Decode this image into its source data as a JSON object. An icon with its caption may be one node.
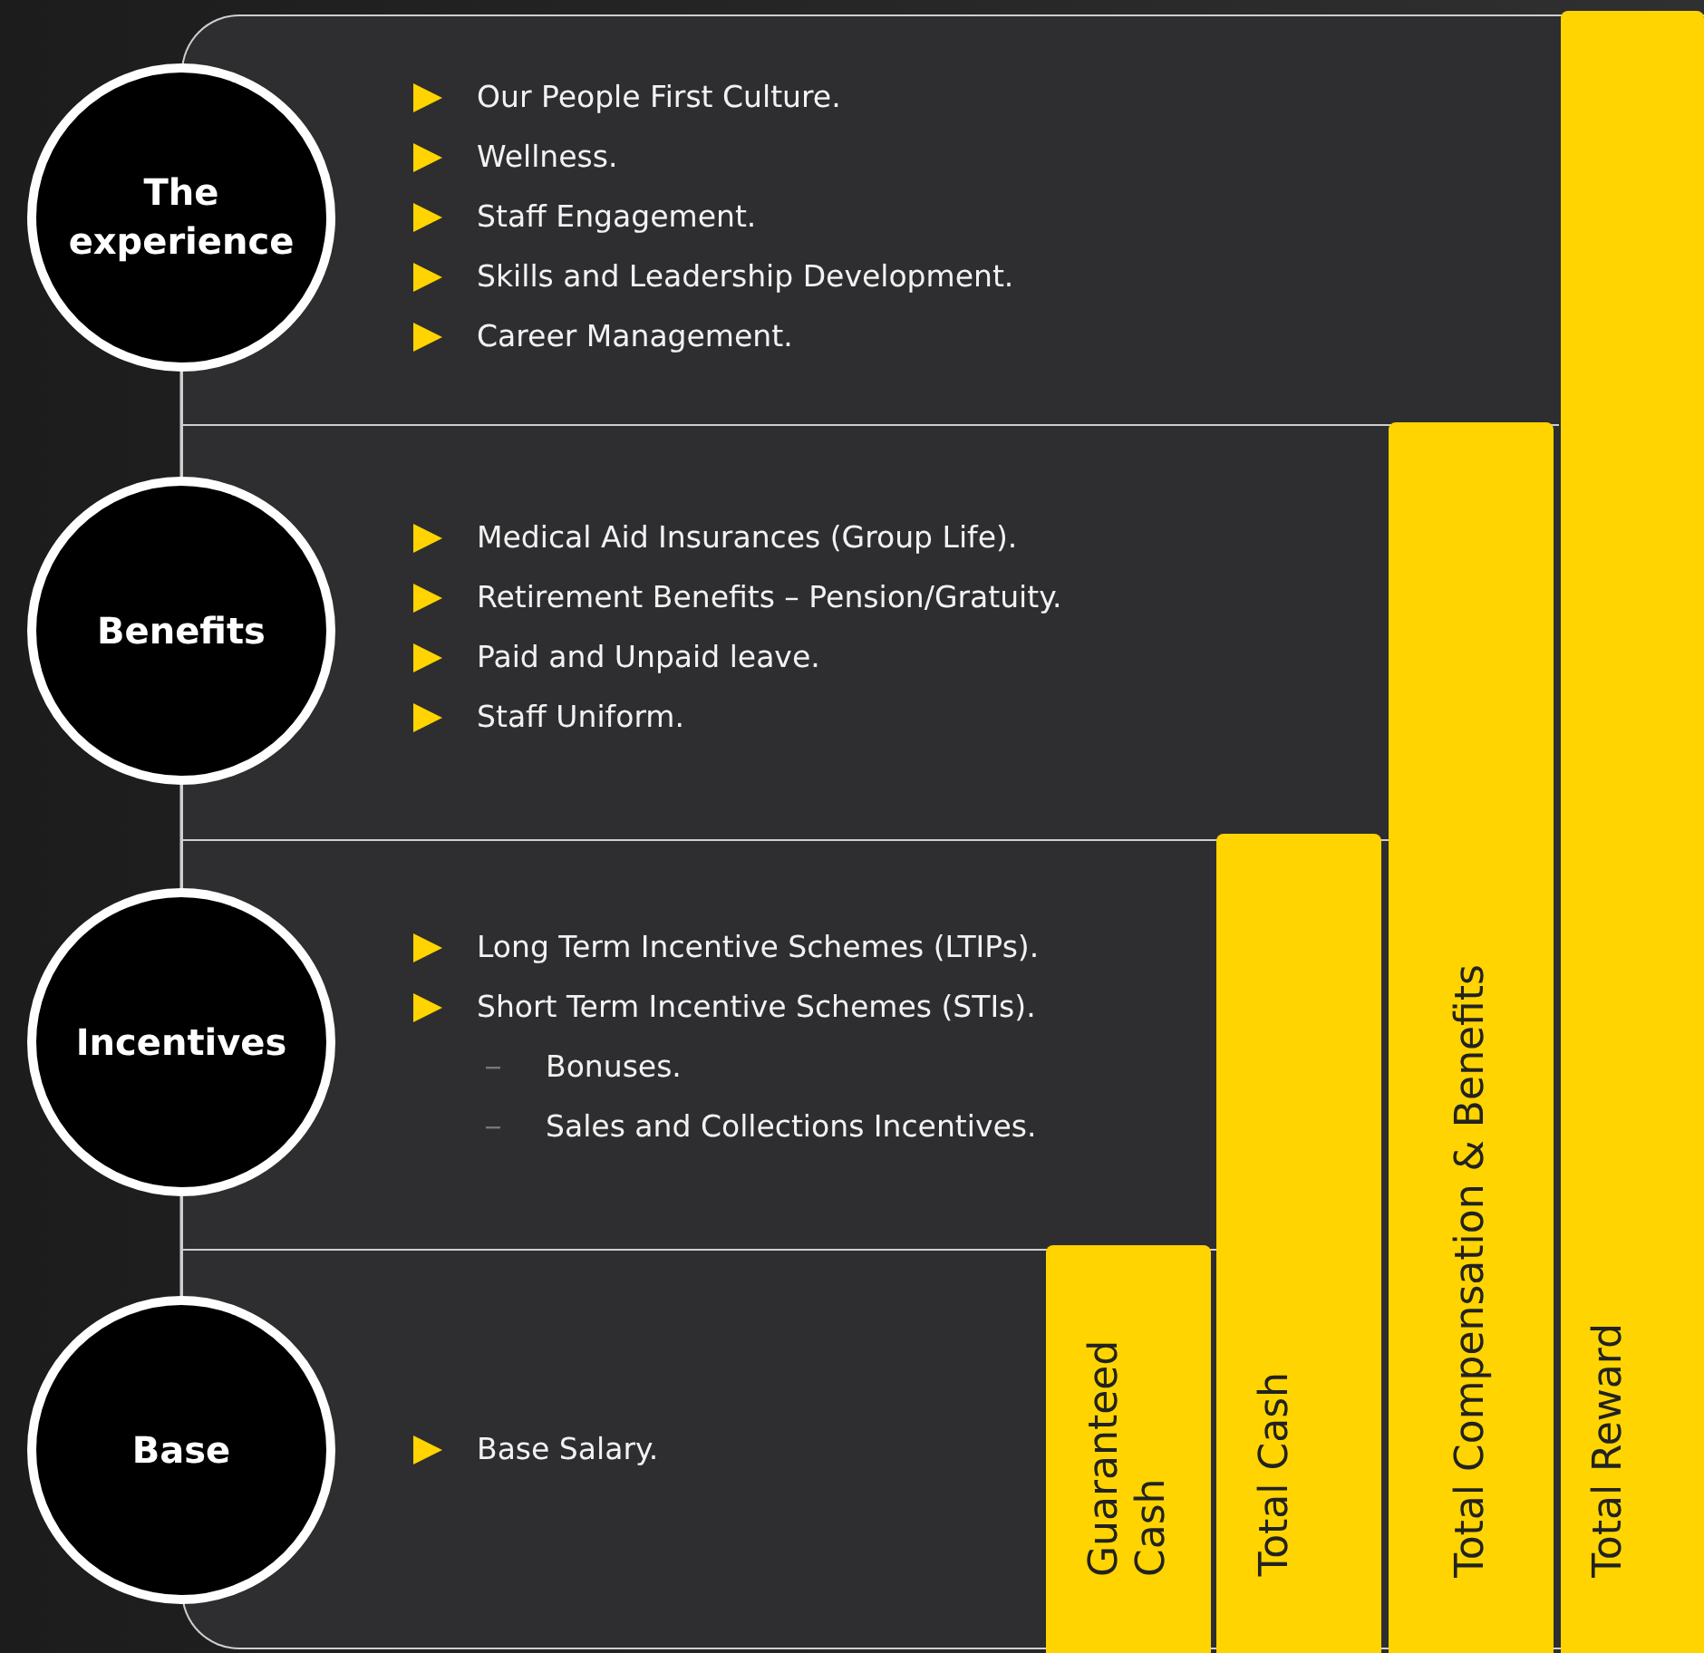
{
  "diagram": {
    "nodes": [
      {
        "text": [
          "The experience"
        ]
      },
      {
        "text": [
          "Our People First Culture.",
          "Wellness.",
          "Staff Engagement.",
          "Skills and Leadership Development.",
          "Career Management."
        ]
      },
      {
        "text": [
          "Benefits"
        ]
      },
      {
        "text": [
          "Medical Aid Insurances (Group Life).",
          "Retirement Benefits – Pension/Gratuity.",
          "Paid and Unpaid leave.",
          "Staff Uniform."
        ]
      },
      {
        "text": [
          "Incentives"
        ]
      },
      {
        "text": [
          "Long Term Incentive Schemes (LTIPs).",
          "Short Term Incentive Schemes (STIs).",
          "Bonuses.",
          "Sales and Collections Incentives."
        ]
      },
      {
        "text": [
          "Base"
        ]
      },
      {
        "text": [
          "Base Salary."
        ]
      },
      {
        "text": [
          "Guaranteed Cash"
        ]
      },
      {
        "text": [
          "Total Cash"
        ]
      },
      {
        "text": [
          "Total Compensation & Benefits"
        ]
      },
      {
        "text": [
          "Total Reward"
        ]
      }
    ],
    "edges": [
      {
        "from": 0,
        "to": 2,
        "arrow": "none"
      },
      {
        "from": 2,
        "to": 4,
        "arrow": "none"
      },
      {
        "from": 4,
        "to": 6,
        "arrow": "none"
      }
    ]
  }
}
